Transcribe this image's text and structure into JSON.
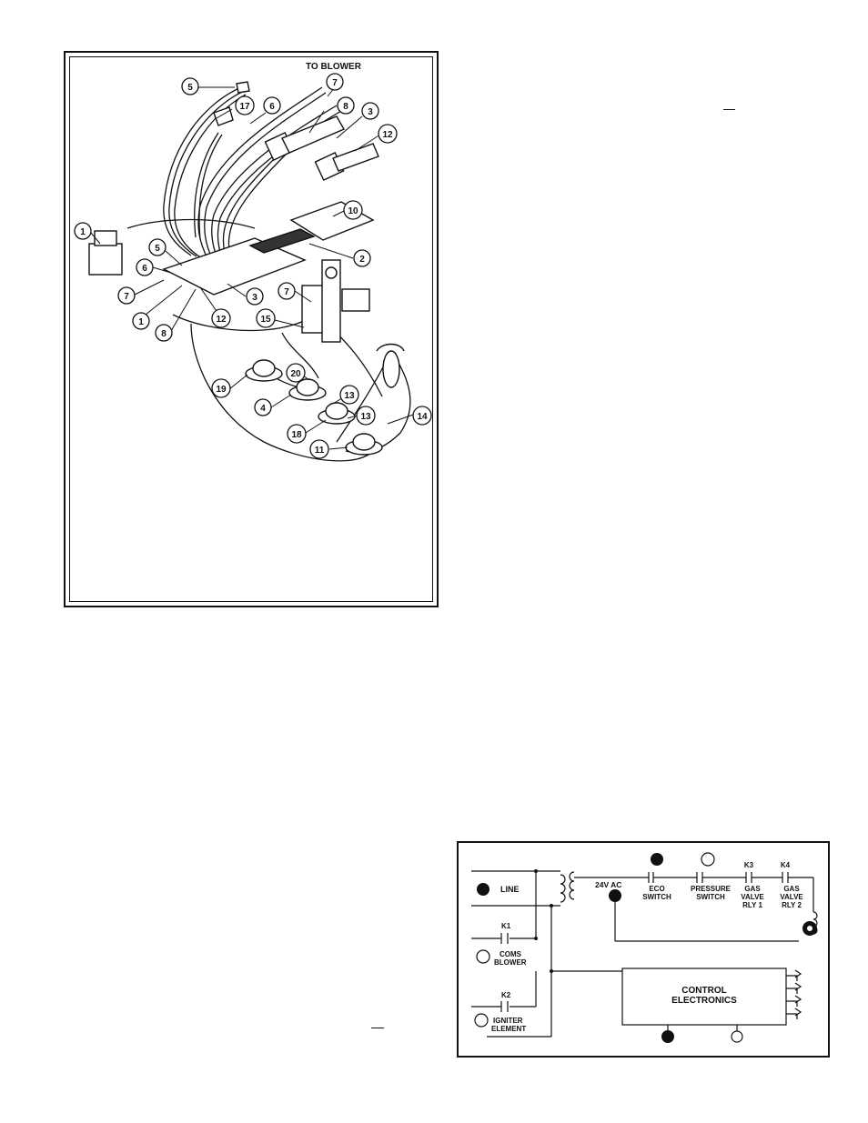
{
  "parts_diagram": {
    "heading": "TO BLOWER",
    "callouts": [
      "5",
      "7",
      "17",
      "6",
      "8",
      "3",
      "12",
      "10",
      "1",
      "5",
      "6",
      "2",
      "7",
      "3",
      "7",
      "1",
      "12",
      "8",
      "15",
      "20",
      "19",
      "13",
      "4",
      "13",
      "14",
      "18",
      "11"
    ]
  },
  "schematic": {
    "line_label": "LINE",
    "k1_label": "K1",
    "coms_label": "COMS",
    "blower_label": "BLOWER",
    "k2_label": "K2",
    "igniter_label": "IGNITER",
    "element_label": "ELEMENT",
    "ac_label": "24V AC",
    "eco_line1": "ECO",
    "eco_line2": "SWITCH",
    "pressure_line1": "PRESSURE",
    "pressure_line2": "SWITCH",
    "k3_label": "K3",
    "k4_label": "K4",
    "gv1_line1": "GAS",
    "gv1_line2": "VALVE",
    "gv1_line3": "RLY 1",
    "gv2_line1": "GAS",
    "gv2_line2": "VALVE",
    "gv2_line3": "RLY 2",
    "control_line1": "CONTROL",
    "control_line2": "ELECTRONICS"
  },
  "colors": {
    "ink": "#111111",
    "paper": "#ffffff"
  }
}
